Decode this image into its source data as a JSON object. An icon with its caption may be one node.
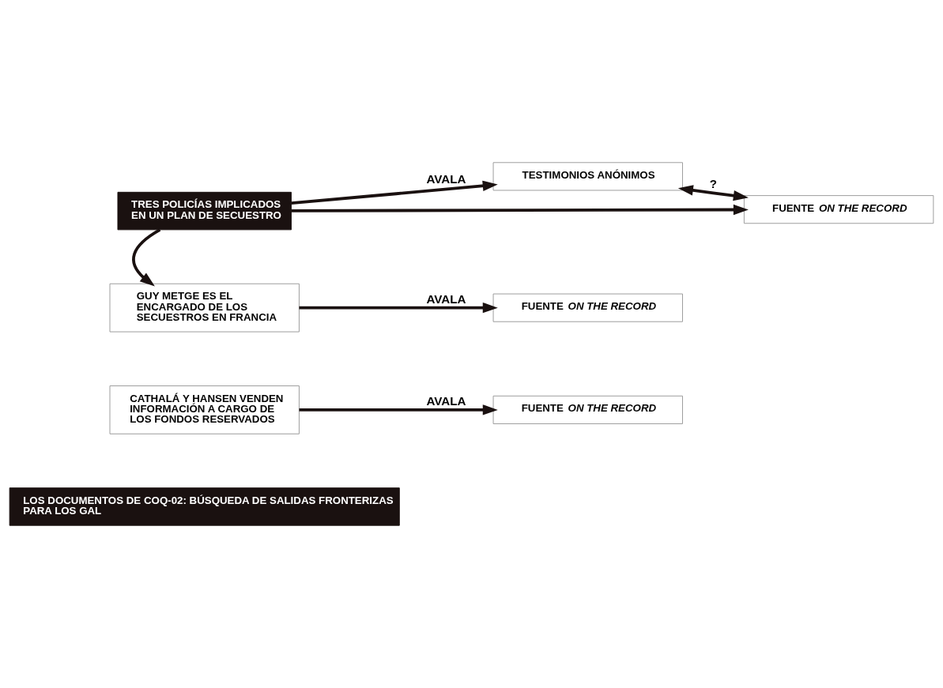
{
  "diagram": {
    "nodes": [
      {
        "text": [
          "TRES POLICÍAS IMPLICADOS EN UN PLAN DE SECUESTRO"
        ]
      },
      {
        "text": [
          "TESTIMONIOS ANÓNIMOS"
        ]
      },
      {
        "text": [
          "FUENTE *ON THE RECORD*"
        ]
      },
      {
        "text": [
          "GUY METGE ES EL ENCARGADO DE LOS SECUESTROS EN FRANCIA"
        ]
      },
      {
        "text": [
          "FUENTE *ON THE RECORD*"
        ]
      },
      {
        "text": [
          "CATHALÁ Y HANSEN VENDEN INFORMACIÓN A CARGO DE LOS FONDOS RESERVADOS"
        ]
      },
      {
        "text": [
          "FUENTE *ON THE RECORD*"
        ]
      },
      {
        "text": [
          "LOS DOCUMENTOS DE COQ-02: BÚSQUEDA DE SALIDAS FRONTERIZAS PARA LOS GAL"
        ]
      }
    ],
    "edges": [
      {
        "from": 0,
        "to": 1,
        "arrow": "to",
        "label": "AVALA"
      },
      {
        "from": 0,
        "to": 2,
        "arrow": "to"
      },
      {
        "from": 1,
        "to": 2,
        "arrow": "both",
        "label": "?"
      },
      {
        "from": 0,
        "to": 3,
        "arrow": "to"
      },
      {
        "from": 3,
        "to": 4,
        "arrow": "to",
        "label": "AVALA"
      },
      {
        "from": 5,
        "to": 6,
        "arrow": "to",
        "label": "AVALA"
      }
    ]
  }
}
